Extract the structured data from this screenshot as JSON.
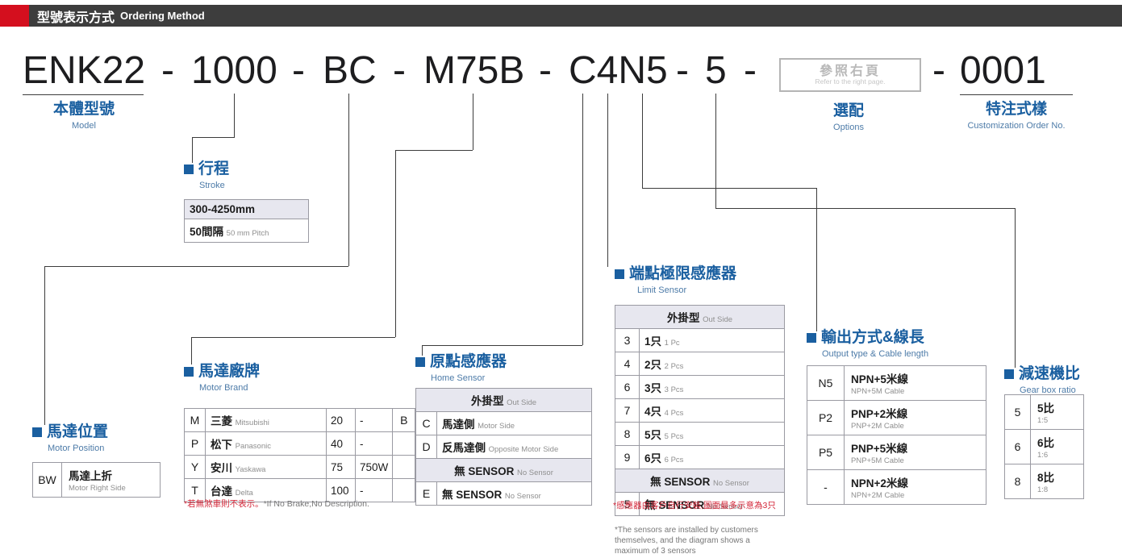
{
  "header": {
    "title_zh": "型號表示方式",
    "title_en": "Ordering Method"
  },
  "model": {
    "dash": "-",
    "segments": [
      "ENK22",
      "1000",
      "BC",
      "M75B",
      "C4N5",
      "5",
      "0001"
    ],
    "ref_box": {
      "zh": "參照右頁",
      "en": "Refer to the right page."
    }
  },
  "labels": {
    "model": {
      "zh": "本體型號",
      "en": "Model"
    },
    "options": {
      "zh": "選配",
      "en": "Options"
    },
    "custom": {
      "zh": "特注式樣",
      "en": "Customization Order No."
    }
  },
  "stroke": {
    "zh": "行程",
    "en": "Stroke",
    "range": "300-4250mm",
    "pitch_zh": "50間隔",
    "pitch_en": "50 mm Pitch"
  },
  "motor_position": {
    "zh": "馬達位置",
    "en": "Motor Position",
    "rows": [
      {
        "code": "BW",
        "zh": "馬達上折",
        "en": "Motor Right Side"
      }
    ]
  },
  "motor_brand": {
    "zh": "馬達廠牌",
    "en": "Motor Brand",
    "rows": [
      {
        "code": "M",
        "zh": "三菱",
        "en": "Mitsubishi",
        "power": "20",
        "watt": "-",
        "brake": "B"
      },
      {
        "code": "P",
        "zh": "松下",
        "en": "Panasonic",
        "power": "40",
        "watt": "-",
        "brake": ""
      },
      {
        "code": "Y",
        "zh": "安川",
        "en": "Yaskawa",
        "power": "75",
        "watt": "750W",
        "brake": ""
      },
      {
        "code": "T",
        "zh": "台達",
        "en": "Delta",
        "power": "100",
        "watt": "-",
        "brake": ""
      }
    ],
    "footnote_zh": "*若無煞車則不表示。",
    "footnote_en": "*If No Brake,No Description."
  },
  "home_sensor": {
    "zh": "原點感應器",
    "en": "Home Sensor",
    "header_zh": "外掛型",
    "header_en": "Out Side",
    "rows": [
      {
        "code": "C",
        "zh": "馬達側",
        "en": "Motor Side"
      },
      {
        "code": "D",
        "zh": "反馬達側",
        "en": "Opposite Motor Side"
      }
    ],
    "divider_zh": "無 SENSOR",
    "divider_en": "No Sensor",
    "row_e": {
      "code": "E",
      "zh": "無 SENSOR",
      "en": "No Sensor"
    }
  },
  "limit_sensor": {
    "zh": "端點極限感應器",
    "en": "Limit Sensor",
    "header_zh": "外掛型",
    "header_en": "Out Side",
    "rows": [
      {
        "code": "3",
        "zh": "1只",
        "en": "1 Pc"
      },
      {
        "code": "4",
        "zh": "2只",
        "en": "2 Pcs"
      },
      {
        "code": "6",
        "zh": "3只",
        "en": "3 Pcs"
      },
      {
        "code": "7",
        "zh": "4只",
        "en": "4 Pcs"
      },
      {
        "code": "8",
        "zh": "5只",
        "en": "5 Pcs"
      },
      {
        "code": "9",
        "zh": "6只",
        "en": "6 Pcs"
      }
    ],
    "divider_zh": "無 SENSOR",
    "divider_en": "No Sensor",
    "row_5": {
      "code": "5",
      "zh": "無 SENSOR",
      "en": "No Sensor"
    },
    "footnote_zh": "*感應器由客戶自行安裝,圖面最多示意為3只",
    "footnote_en": "*The sensors are installed by customers themselves, and the diagram shows a maximum of 3 sensors"
  },
  "output": {
    "zh": "輸出方式&線長",
    "en": "Output type & Cable length",
    "rows": [
      {
        "code": "N5",
        "zh": "NPN+5米線",
        "en": "NPN+5M Cable"
      },
      {
        "code": "P2",
        "zh": "PNP+2米線",
        "en": "PNP+2M Cable"
      },
      {
        "code": "P5",
        "zh": "PNP+5米線",
        "en": "PNP+5M Cable"
      },
      {
        "code": "-",
        "zh": "NPN+2米線",
        "en": "NPN+2M Cable"
      }
    ]
  },
  "gear": {
    "zh": "減速機比",
    "en": "Gear box ratio",
    "rows": [
      {
        "code": "5",
        "zh": "5比",
        "en": "1:5"
      },
      {
        "code": "6",
        "zh": "6比",
        "en": "1:6"
      },
      {
        "code": "8",
        "zh": "8比",
        "en": "1:8"
      }
    ]
  },
  "colors": {
    "heading_blue": "#1a5fa0",
    "header_bar": "#3d3d3d",
    "header_accent_red": "#d40f1e",
    "table_header_bg": "#e7e7ef",
    "footnote_red": "#d32638"
  }
}
